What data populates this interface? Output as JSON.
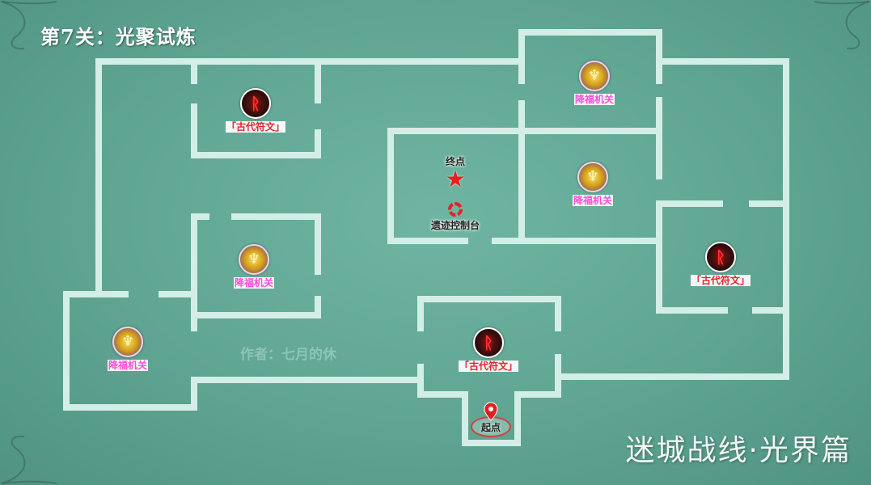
{
  "level": {
    "title": "第7关：光聚试炼"
  },
  "author": "作者：七月的休",
  "brand": "迷城战线·光界篇",
  "markers": {
    "rune_top_left": {
      "label": "「古代符文」",
      "glyph": "ᚱ"
    },
    "bless_mid_left": {
      "label": "降福机关"
    },
    "bless_bottom_left": {
      "label": "降福机关"
    },
    "goal": {
      "label": "终点"
    },
    "ruins_console": {
      "label": "遗迹控制台"
    },
    "bless_top_right": {
      "label": "降福机关"
    },
    "bless_mid_right": {
      "label": "降福机关"
    },
    "rune_right": {
      "label": "「古代符文」",
      "glyph": "ᚱ"
    },
    "rune_center": {
      "label": "「古代符文」",
      "glyph": "ᚱ"
    },
    "start": {
      "label": "起点"
    }
  },
  "colors": {
    "background": "#5fa592",
    "wall": "#d3eee6",
    "bless_label": "#ff4fd8",
    "rune_label": "#e8222a",
    "goal_star": "#ee1c1c"
  }
}
